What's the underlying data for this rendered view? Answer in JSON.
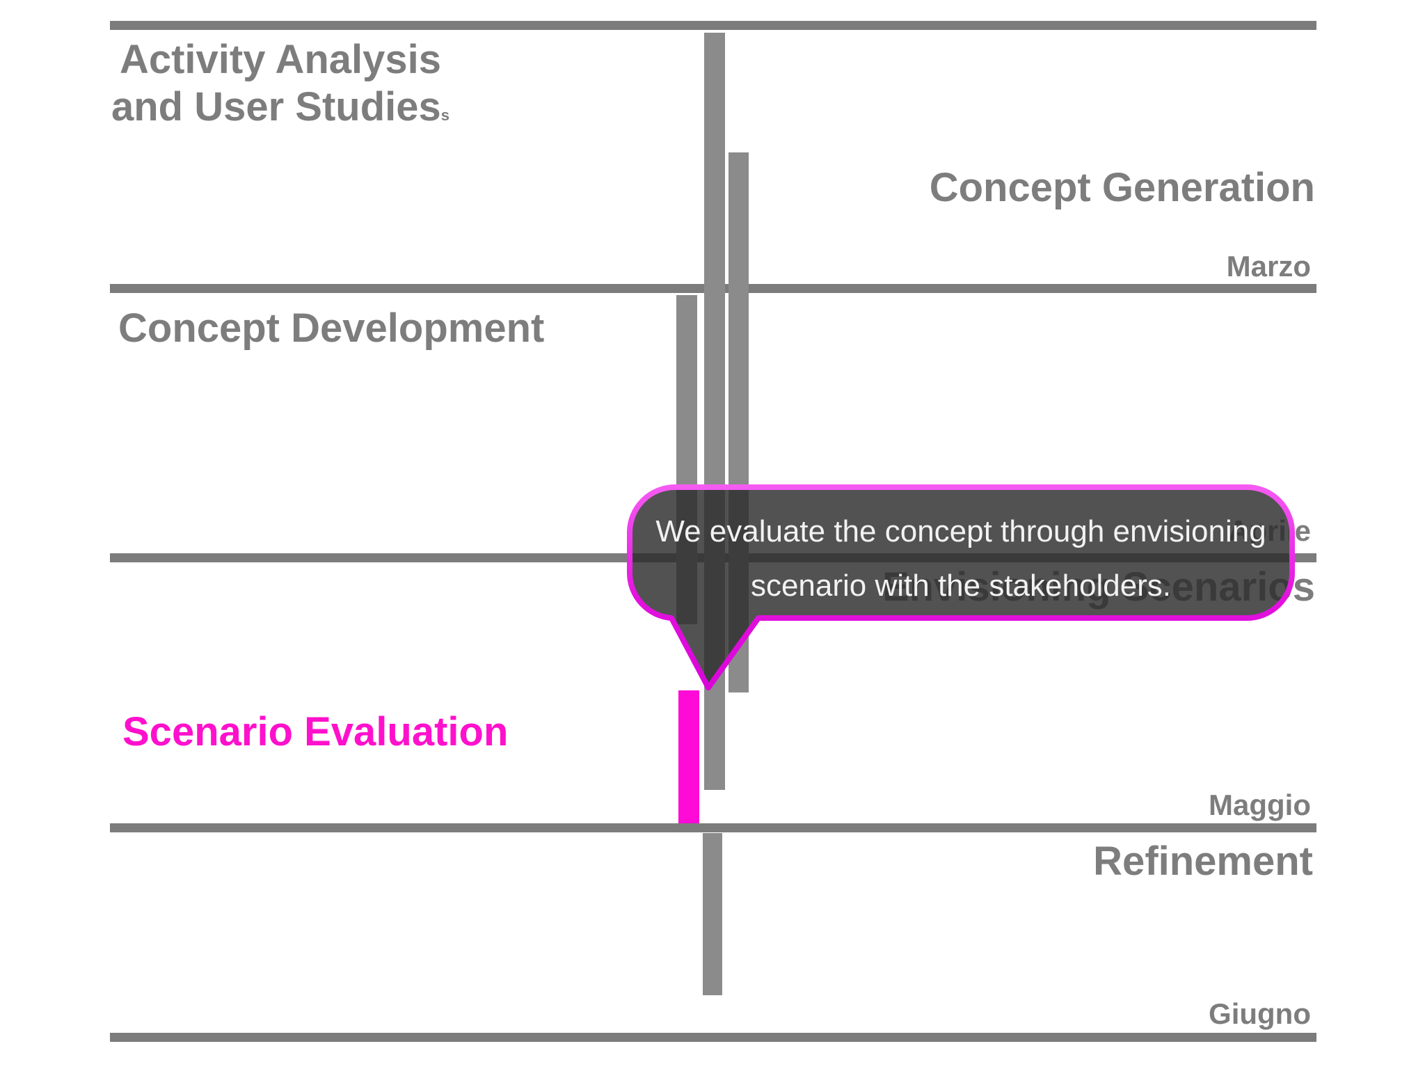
{
  "slide": {
    "type": "project-timeline-gantt",
    "phases": {
      "activity_line1": "Activity Analysis",
      "activity_line2": "and User Studies",
      "activity_suffix": "s",
      "concept_generation": "Concept Generation",
      "concept_development": "Concept Development",
      "envisioning_scenarios": "Envisioning Scenarios",
      "scenario_evaluation": "Scenario Evaluation",
      "refinement": "Refinement"
    },
    "months": {
      "marzo": "Marzo",
      "aprile": "Aprile",
      "maggio": "Maggio",
      "giugno": "Giugno"
    }
  },
  "callout": {
    "line1": "We evaluate the concept through envisioning",
    "line2": "scenario with the stakeholders."
  },
  "colors": {
    "gray_text": "#7d7d7d",
    "divider_line": "#7c7c7c",
    "gantt_bar": "#8b8b8b",
    "accent_text": "#ff10cc",
    "accent_bar": "#ff0ad6",
    "bubble_border": "#dd0cd8",
    "bubble_fill": "#2c2c2c",
    "bubble_text": "#f2f2f2"
  }
}
